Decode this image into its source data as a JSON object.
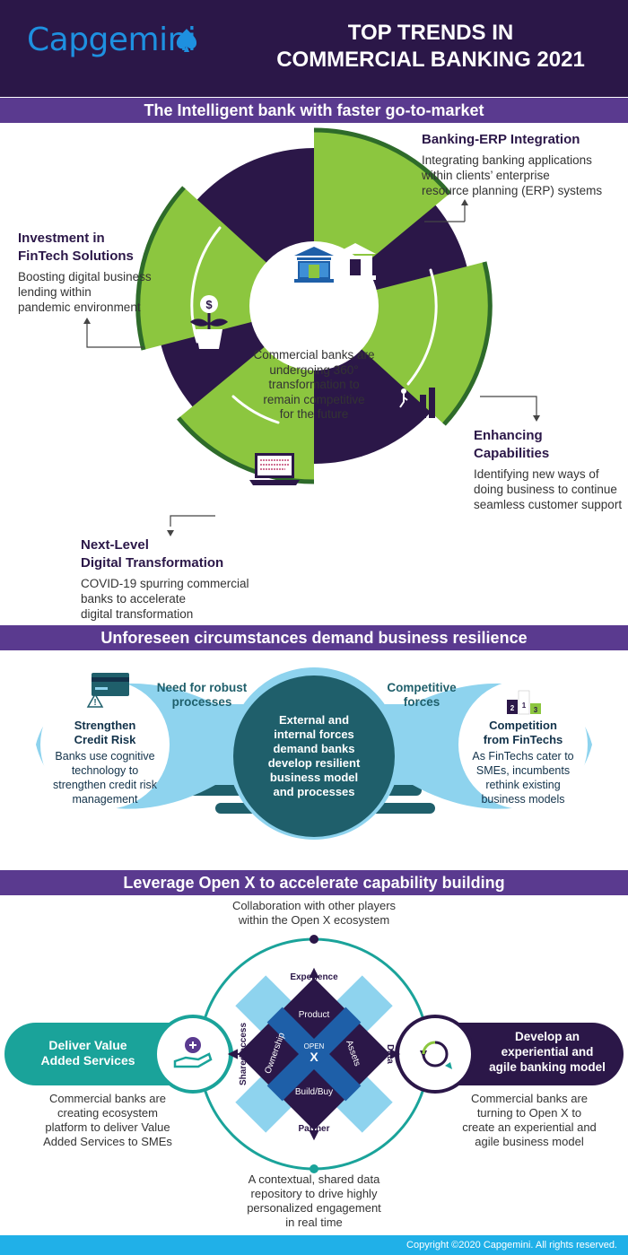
{
  "header": {
    "logo_text": "Capgemini",
    "title_line1": "TOP TRENDS IN",
    "title_line2": "COMMERCIAL BANKING 2021"
  },
  "section1": {
    "banner": "The Intelligent bank with faster go-to-market",
    "center_text_lines": [
      "Commercial banks are",
      "undergoing 360°",
      "transformation to",
      "remain competitive",
      "for the future"
    ],
    "items": [
      {
        "title_lines": [
          "Banking-ERP Integration"
        ],
        "text_lines": [
          "Integrating banking applications",
          "within clients’ enterprise",
          "resource planning (ERP) systems"
        ],
        "icon": "bank-building-icon"
      },
      {
        "title_lines": [
          "Investment in",
          "FinTech Solutions"
        ],
        "text_lines": [
          "Boosting digital business",
          "lending within",
          "pandemic environment"
        ],
        "icon": "money-plant-icon"
      },
      {
        "title_lines": [
          "Enhancing",
          "Capabilities"
        ],
        "text_lines": [
          "Identifying new ways of",
          "doing business to continue",
          "seamless customer support"
        ],
        "icon": "growth-stairs-icon"
      },
      {
        "title_lines": [
          "Next-Level",
          "Digital Transformation"
        ],
        "text_lines": [
          "COVID-19 spurring commercial",
          "banks to accelerate",
          "digital transformation"
        ],
        "icon": "laptop-icon"
      }
    ],
    "colors": {
      "green": "#8cc63f",
      "purple": "#2b1748",
      "dark_green": "#3a7d2c"
    }
  },
  "section2": {
    "banner": "Unforeseen circumstances demand business resilience",
    "left_label_lines": [
      "Need for robust",
      "processes"
    ],
    "right_label_lines": [
      "Competitive",
      "forces"
    ],
    "center_text_lines": [
      "External and",
      "internal forces",
      "demand banks",
      "develop resilient",
      "business model",
      "and processes"
    ],
    "left_bubble": {
      "title_lines": [
        "Strengthen",
        "Credit Risk"
      ],
      "text_lines": [
        "Banks use cognitive",
        "technology to",
        "strengthen credit risk",
        "management"
      ],
      "icon": "credit-card-icon"
    },
    "right_bubble": {
      "title_lines": [
        "Competition",
        "from FinTechs"
      ],
      "text_lines": [
        "As FinTechs cater to",
        "SMEs, incumbents",
        "rethink existing",
        "business models"
      ],
      "icon": "podium-icon",
      "podium_labels": [
        "2",
        "1",
        "3"
      ]
    },
    "colors": {
      "light_blue": "#8ed3ee",
      "teal": "#1f5f6b"
    }
  },
  "section3": {
    "banner": "Leverage Open X to accelerate capability building",
    "top_text_lines": [
      "Collaboration with other players",
      "within the Open X ecosystem"
    ],
    "bottom_text_lines": [
      "A contextual, shared data",
      "repository to drive highly",
      "personalized engagement",
      "in real time"
    ],
    "left_pill_title_lines": [
      "Deliver Value",
      "Added Services"
    ],
    "left_text_lines": [
      "Commercial banks are",
      "creating ecosystem",
      "platform to deliver Value",
      "Added Services to SMEs"
    ],
    "right_pill_title_lines": [
      "Develop an",
      "experiential and",
      "agile banking model"
    ],
    "right_text_lines": [
      "Commercial banks are",
      "turning to Open X to",
      "create an experiential and",
      "agile business model"
    ],
    "diagram": {
      "outer_labels": [
        "Experience",
        "Data",
        "Partner",
        "Shared access"
      ],
      "inner_labels": [
        "Product",
        "Assets",
        "Build/Buy",
        "Ownership"
      ],
      "center_small": "OPEN",
      "center_big": "X"
    },
    "colors": {
      "teal": "#1aa39a",
      "purple": "#2b1748",
      "light_blue": "#8ed3ee"
    }
  },
  "footer": {
    "copyright": "Copyright ©2020 Capgemini. All rights reserved."
  }
}
